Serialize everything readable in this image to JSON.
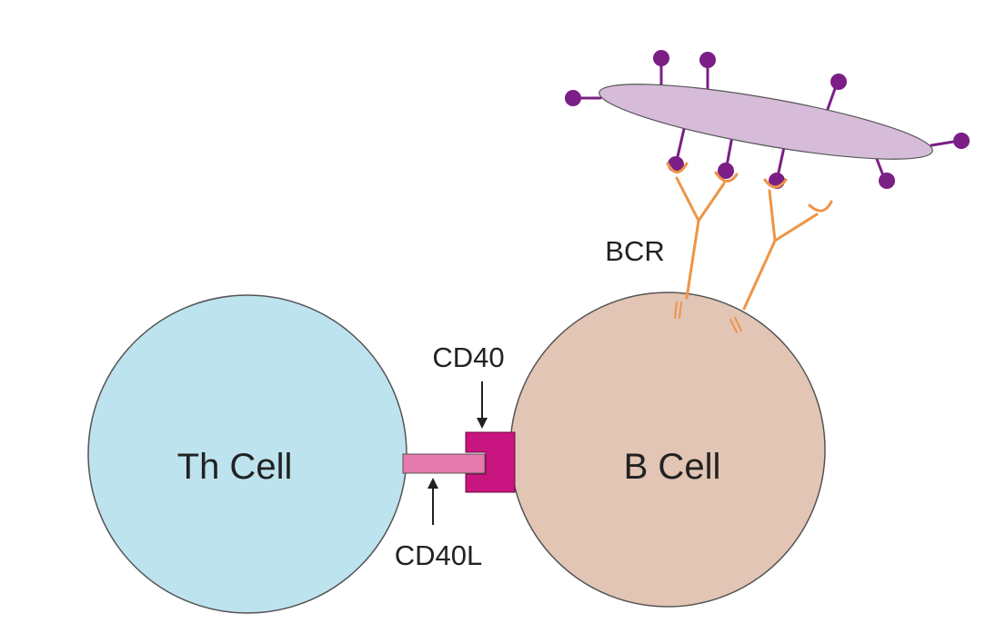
{
  "labels": {
    "th_cell": "Th Cell",
    "b_cell": "B Cell",
    "cd40": "CD40",
    "cd40l": "CD40L",
    "bcr": "BCR"
  },
  "colors": {
    "th_cell_fill": "#bde3ee",
    "b_cell_fill": "#e2c5b4",
    "cell_stroke": "#555555",
    "cd40_fill": "#c9157f",
    "cd40l_fill": "#e57aac",
    "antigen_fill": "#d6bcd8",
    "epitope_color": "#7b1f86",
    "bcr_color": "#ee9447",
    "text": "#222222"
  }
}
